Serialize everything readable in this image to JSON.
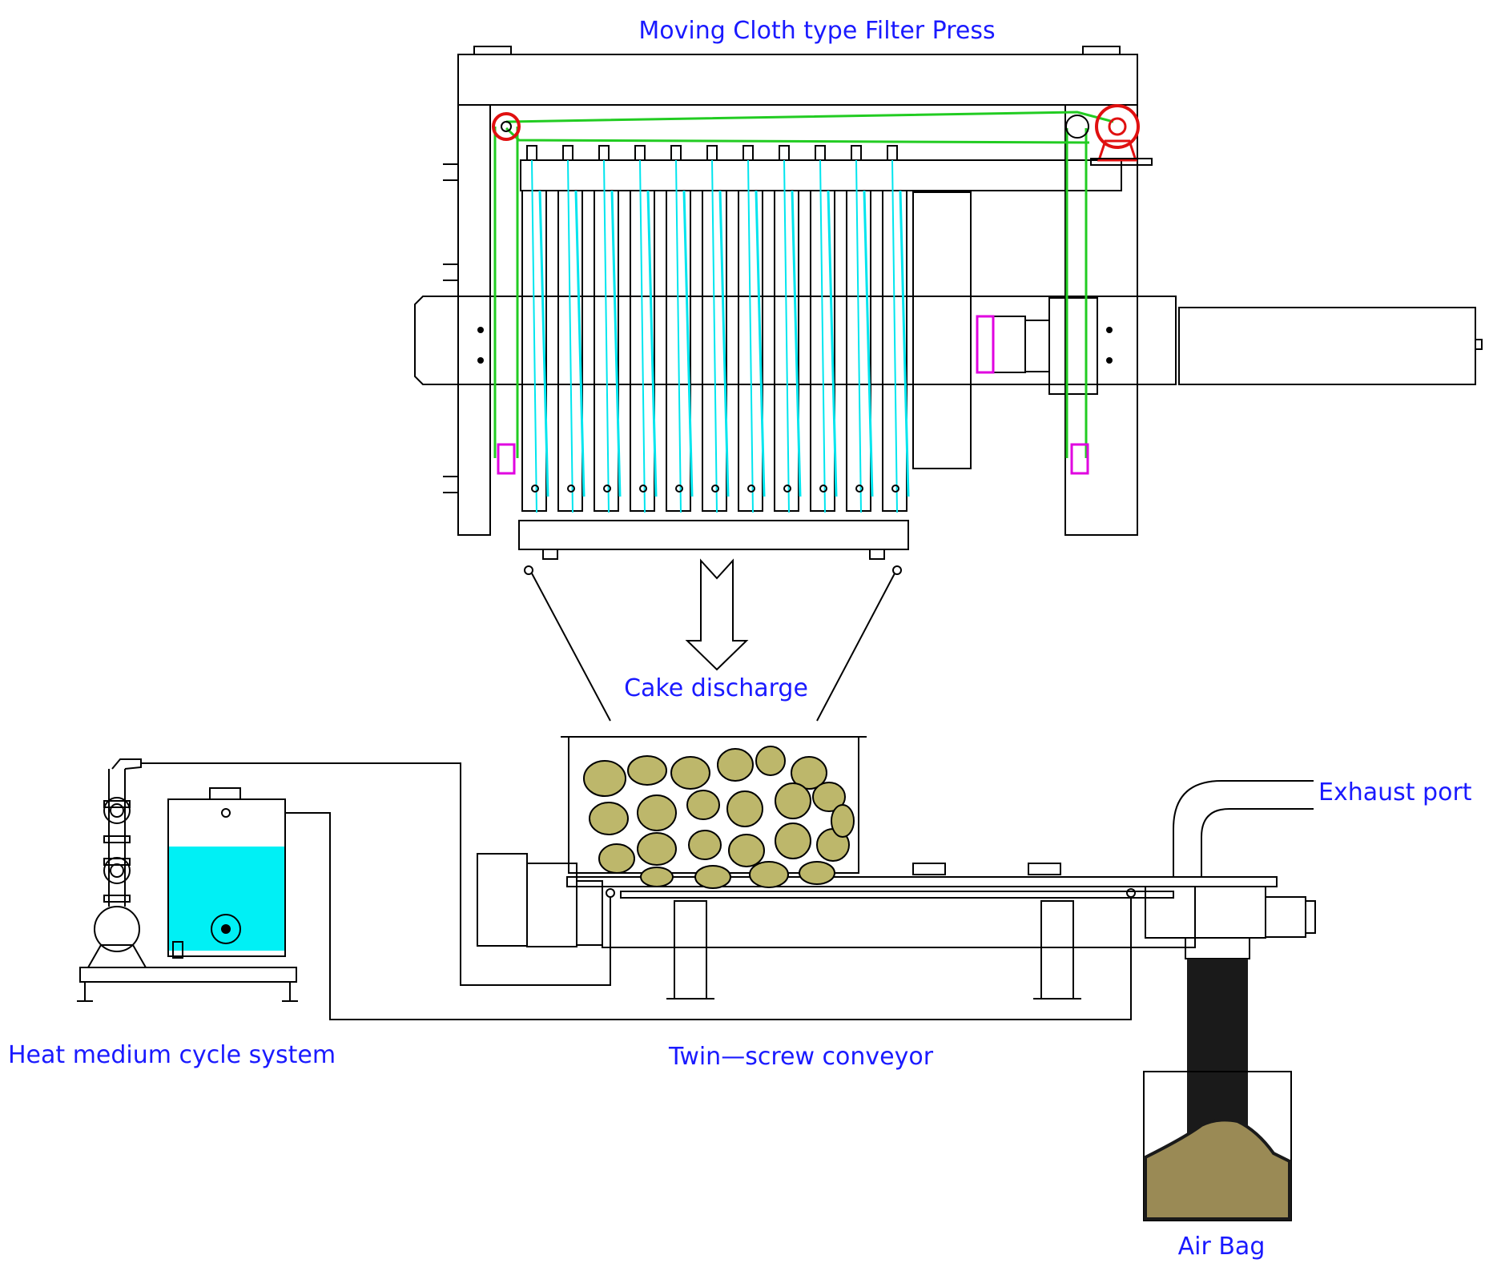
{
  "labels": {
    "filter_press": "Moving Cloth type Filter Press",
    "cake_discharge": "Cake discharge",
    "exhaust_port": "Exhaust port",
    "heat_system": "Heat medium cycle system",
    "conveyor": "Twin—screw conveyor",
    "air_bag": "Air Bag"
  },
  "colors": {
    "label_text": "#1a1aff",
    "line": "#000000",
    "cloth": "#00e5ee",
    "belt": "#22cc22",
    "drive": "#e01010",
    "accent": "#e000e0",
    "cake": "#bdb76b",
    "tank_liquid": "#00f0f5",
    "discharged_pile": "#9a8a55"
  },
  "icons": {
    "arrow": "down-arrow-icon",
    "pump": "pump-icon",
    "motor": "motor-icon"
  }
}
